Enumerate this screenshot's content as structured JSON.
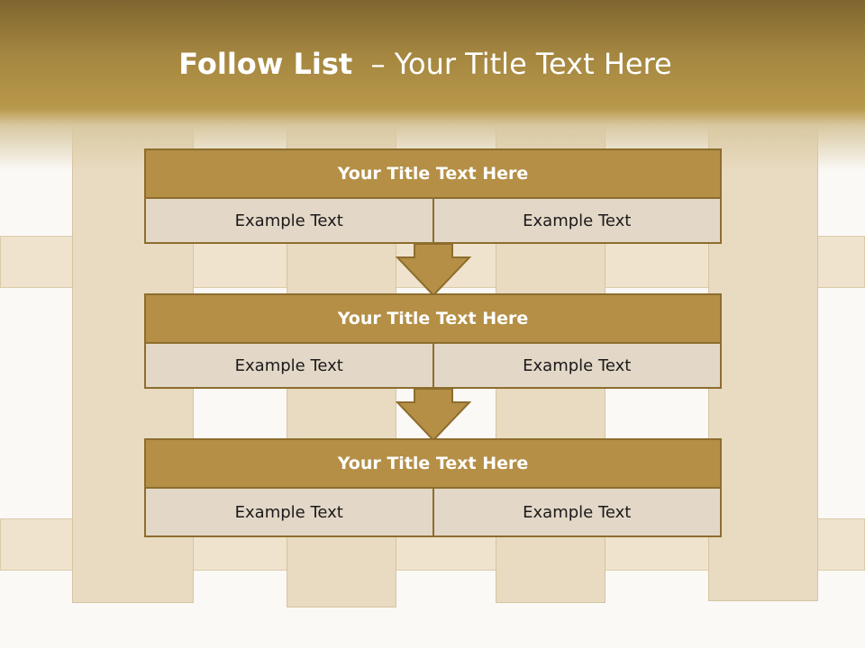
{
  "slide": {
    "title_bold": "Follow List",
    "title_rest": "– Your Title Text Here"
  },
  "steps": [
    {
      "title": "Your Title Text Here",
      "left": "Example Text",
      "right": "Example Text"
    },
    {
      "title": "Your Title Text Here",
      "left": "Example Text",
      "right": "Example Text"
    },
    {
      "title": "Your Title Text Here",
      "left": "Example Text",
      "right": "Example Text"
    }
  ],
  "colors": {
    "header": "#a48640",
    "title_bar": "#b48f45",
    "cell": "#e3d7c7",
    "border": "#8d6d2e",
    "arrow": "#b48f45"
  }
}
